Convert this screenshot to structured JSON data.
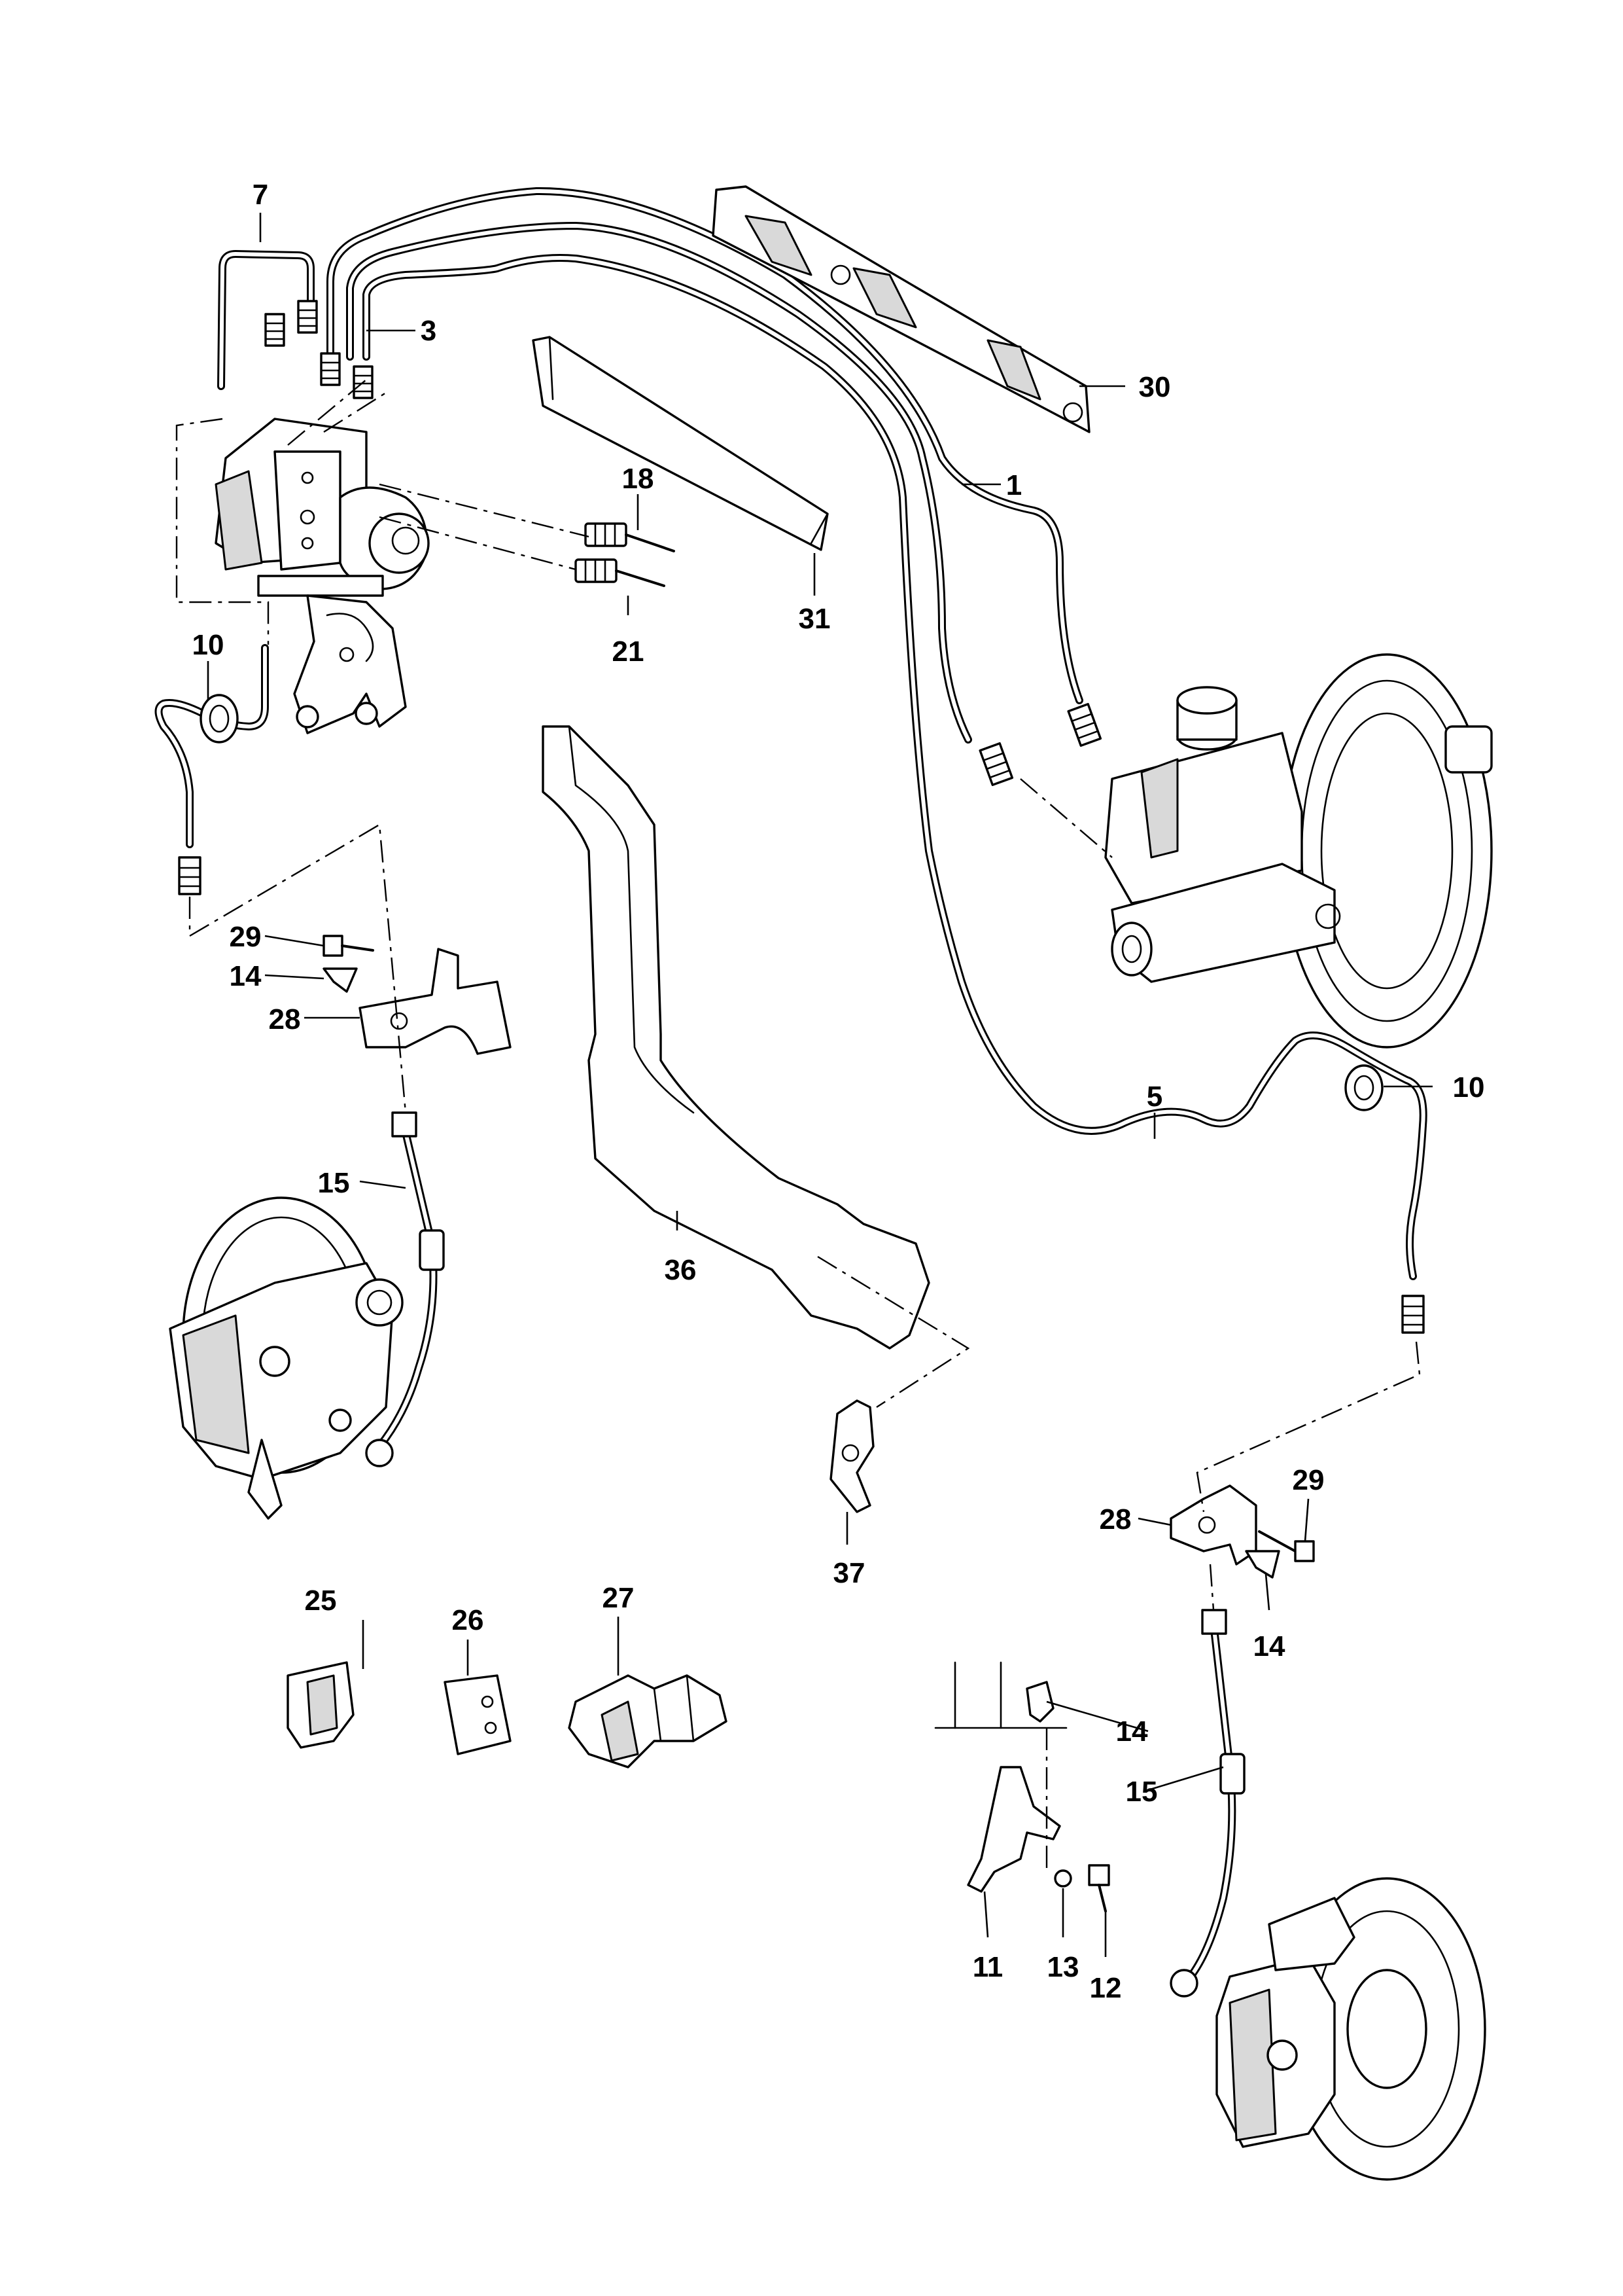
{
  "callouts": {
    "c1": "1",
    "c3": "3",
    "c5": "5",
    "c7": "7",
    "c10a": "10",
    "c10b": "10",
    "c11": "11",
    "c12": "12",
    "c13": "13",
    "c14a": "14",
    "c14b": "14",
    "c14c": "14",
    "c15a": "15",
    "c15b": "15",
    "c18": "18",
    "c21": "21",
    "c25": "25",
    "c26": "26",
    "c27": "27",
    "c28a": "28",
    "c28b": "28",
    "c29a": "29",
    "c29b": "29",
    "c30": "30",
    "c31": "31",
    "c36": "36",
    "c37": "37"
  },
  "colors": {
    "line": "#000000",
    "background": "#ffffff",
    "shading": "#d9d9d9"
  }
}
